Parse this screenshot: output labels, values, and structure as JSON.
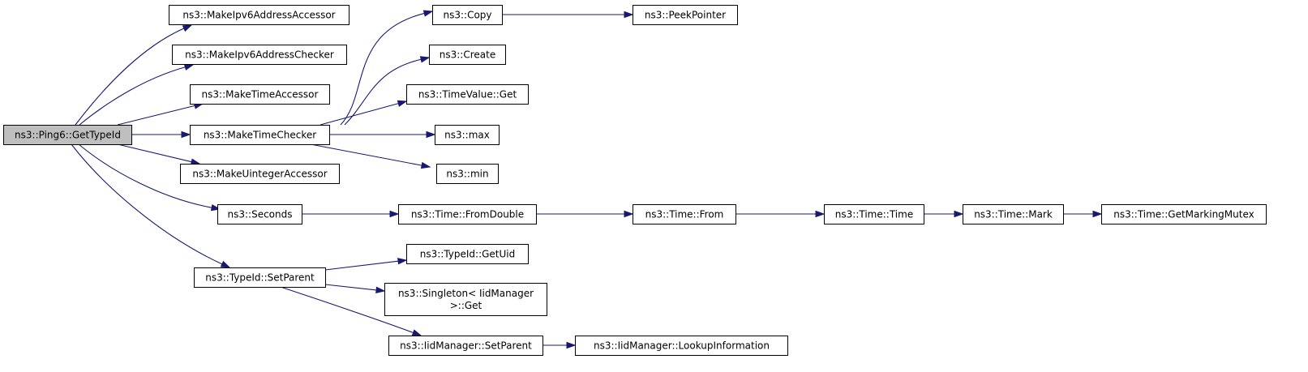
{
  "graph": {
    "nodes": [
      {
        "id": "ping6_gettypeid",
        "lines": [
          "ns3::Ping6::GetTypeId"
        ],
        "root": true
      },
      {
        "id": "make_ipv6_address_accessor",
        "lines": [
          "ns3::MakeIpv6AddressAccessor"
        ]
      },
      {
        "id": "make_ipv6_address_checker",
        "lines": [
          "ns3::MakeIpv6AddressChecker"
        ]
      },
      {
        "id": "make_time_accessor",
        "lines": [
          "ns3::MakeTimeAccessor"
        ]
      },
      {
        "id": "make_time_checker",
        "lines": [
          "ns3::MakeTimeChecker"
        ]
      },
      {
        "id": "make_uinteger_accessor",
        "lines": [
          "ns3::MakeUintegerAccessor"
        ]
      },
      {
        "id": "seconds",
        "lines": [
          "ns3::Seconds"
        ]
      },
      {
        "id": "typeid_setparent",
        "lines": [
          "ns3::TypeId::SetParent"
        ]
      },
      {
        "id": "copy",
        "lines": [
          "ns3::Copy"
        ]
      },
      {
        "id": "peek_pointer",
        "lines": [
          "ns3::PeekPointer"
        ]
      },
      {
        "id": "create",
        "lines": [
          "ns3::Create"
        ]
      },
      {
        "id": "timevalue_get",
        "lines": [
          "ns3::TimeValue::Get"
        ]
      },
      {
        "id": "max",
        "lines": [
          "ns3::max"
        ]
      },
      {
        "id": "min",
        "lines": [
          "ns3::min"
        ]
      },
      {
        "id": "time_fromdouble",
        "lines": [
          "ns3::Time::FromDouble"
        ]
      },
      {
        "id": "time_from",
        "lines": [
          "ns3::Time::From"
        ]
      },
      {
        "id": "time_time",
        "lines": [
          "ns3::Time::Time"
        ]
      },
      {
        "id": "time_mark",
        "lines": [
          "ns3::Time::Mark"
        ]
      },
      {
        "id": "time_getmarkingmutex",
        "lines": [
          "ns3::Time::GetMarkingMutex"
        ]
      },
      {
        "id": "typeid_getuid",
        "lines": [
          "ns3::TypeId::GetUid"
        ]
      },
      {
        "id": "singleton_get",
        "lines": [
          "ns3::Singleton< IidManager",
          ">::Get"
        ]
      },
      {
        "id": "iidmanager_setparent",
        "lines": [
          "ns3::IidManager::SetParent"
        ]
      },
      {
        "id": "iidmanager_lookupinformation",
        "lines": [
          "ns3::IidManager::LookupInformation"
        ]
      }
    ],
    "edges": [
      {
        "from": "ping6_gettypeid",
        "to": "make_ipv6_address_accessor"
      },
      {
        "from": "ping6_gettypeid",
        "to": "make_ipv6_address_checker"
      },
      {
        "from": "ping6_gettypeid",
        "to": "make_time_accessor"
      },
      {
        "from": "ping6_gettypeid",
        "to": "make_time_checker"
      },
      {
        "from": "ping6_gettypeid",
        "to": "make_uinteger_accessor"
      },
      {
        "from": "ping6_gettypeid",
        "to": "seconds"
      },
      {
        "from": "ping6_gettypeid",
        "to": "typeid_setparent"
      },
      {
        "from": "make_time_checker",
        "to": "copy"
      },
      {
        "from": "make_time_checker",
        "to": "create"
      },
      {
        "from": "make_time_checker",
        "to": "timevalue_get"
      },
      {
        "from": "make_time_checker",
        "to": "max"
      },
      {
        "from": "make_time_checker",
        "to": "min"
      },
      {
        "from": "copy",
        "to": "peek_pointer"
      },
      {
        "from": "seconds",
        "to": "time_fromdouble"
      },
      {
        "from": "time_fromdouble",
        "to": "time_from"
      },
      {
        "from": "time_from",
        "to": "time_time"
      },
      {
        "from": "time_time",
        "to": "time_mark"
      },
      {
        "from": "time_mark",
        "to": "time_getmarkingmutex"
      },
      {
        "from": "typeid_setparent",
        "to": "typeid_getuid"
      },
      {
        "from": "typeid_setparent",
        "to": "singleton_get"
      },
      {
        "from": "typeid_setparent",
        "to": "iidmanager_setparent"
      },
      {
        "from": "iidmanager_setparent",
        "to": "iidmanager_lookupinformation"
      }
    ]
  }
}
